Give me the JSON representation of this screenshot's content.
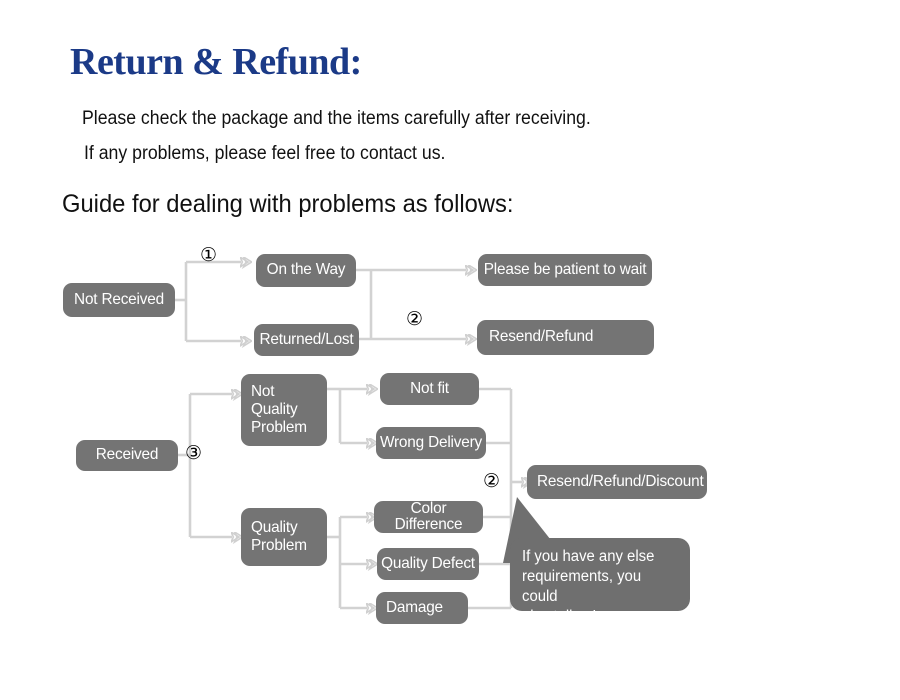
{
  "header": {
    "title": "Return & Refund:",
    "line1": "Please check the package and the items carefully after receiving.",
    "line2": "If any problems, please feel free to contact us.",
    "guide": "Guide for dealing with problems as follows:"
  },
  "colors": {
    "title": "#1b3a87",
    "node_fill": "#747474",
    "node_text": "#ffffff",
    "connector": "#cfcfcf",
    "background": "#ffffff",
    "body_text": "#111111"
  },
  "flow": {
    "top": {
      "root": "Not Received",
      "marker_1": "①",
      "marker_2": "②",
      "branches": [
        {
          "status": "On the Way",
          "outcome": "Please be patient to wait"
        },
        {
          "status": "Returned/Lost",
          "outcome": "Resend/Refund"
        }
      ]
    },
    "bottom": {
      "root": "Received",
      "marker_3": "③",
      "marker_2": "②",
      "categories": [
        {
          "name": "Not\nQuality\nProblem",
          "name_lines": [
            "Not",
            "Quality",
            "Problem"
          ],
          "reasons": [
            "Not fit",
            "Wrong Delivery"
          ]
        },
        {
          "name": "Quality\nProblem",
          "name_lines": [
            "Quality",
            "Problem"
          ],
          "reasons": [
            "Color Difference",
            "Quality Defect",
            "Damage"
          ]
        }
      ],
      "outcome": "Resend/Refund/Discount"
    },
    "callout": {
      "line1": "If you have any else",
      "line2": "requirements, you could",
      "line3": "also tell us!"
    }
  }
}
